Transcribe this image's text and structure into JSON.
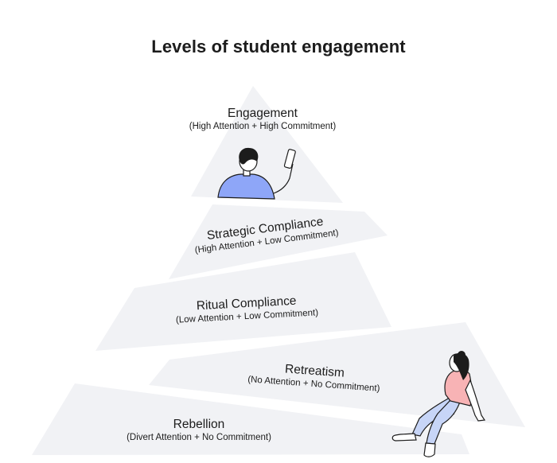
{
  "title": "Levels of student engagement",
  "colors": {
    "slab": "#f1f2f5",
    "shirt_blue": "#8ea6f8",
    "shirt_pink": "#f8b3b5",
    "pants_blue": "#c7d5f7",
    "ink": "#1c1c1c"
  },
  "levels": [
    {
      "name": "Engagement",
      "detail": "(High Attention + High Commitment)"
    },
    {
      "name": "Strategic Compliance",
      "detail": "(High Attention + Low Commitment)"
    },
    {
      "name": "Ritual Compliance",
      "detail": "(Low Attention + Low Commitment)"
    },
    {
      "name": "Retreatism",
      "detail": "(No Attention + No Commitment)"
    },
    {
      "name": "Rebellion",
      "detail": "(Divert Attention + No Commitment)"
    }
  ],
  "illustrations": [
    "student-with-phone-icon",
    "sitting-student-icon"
  ]
}
